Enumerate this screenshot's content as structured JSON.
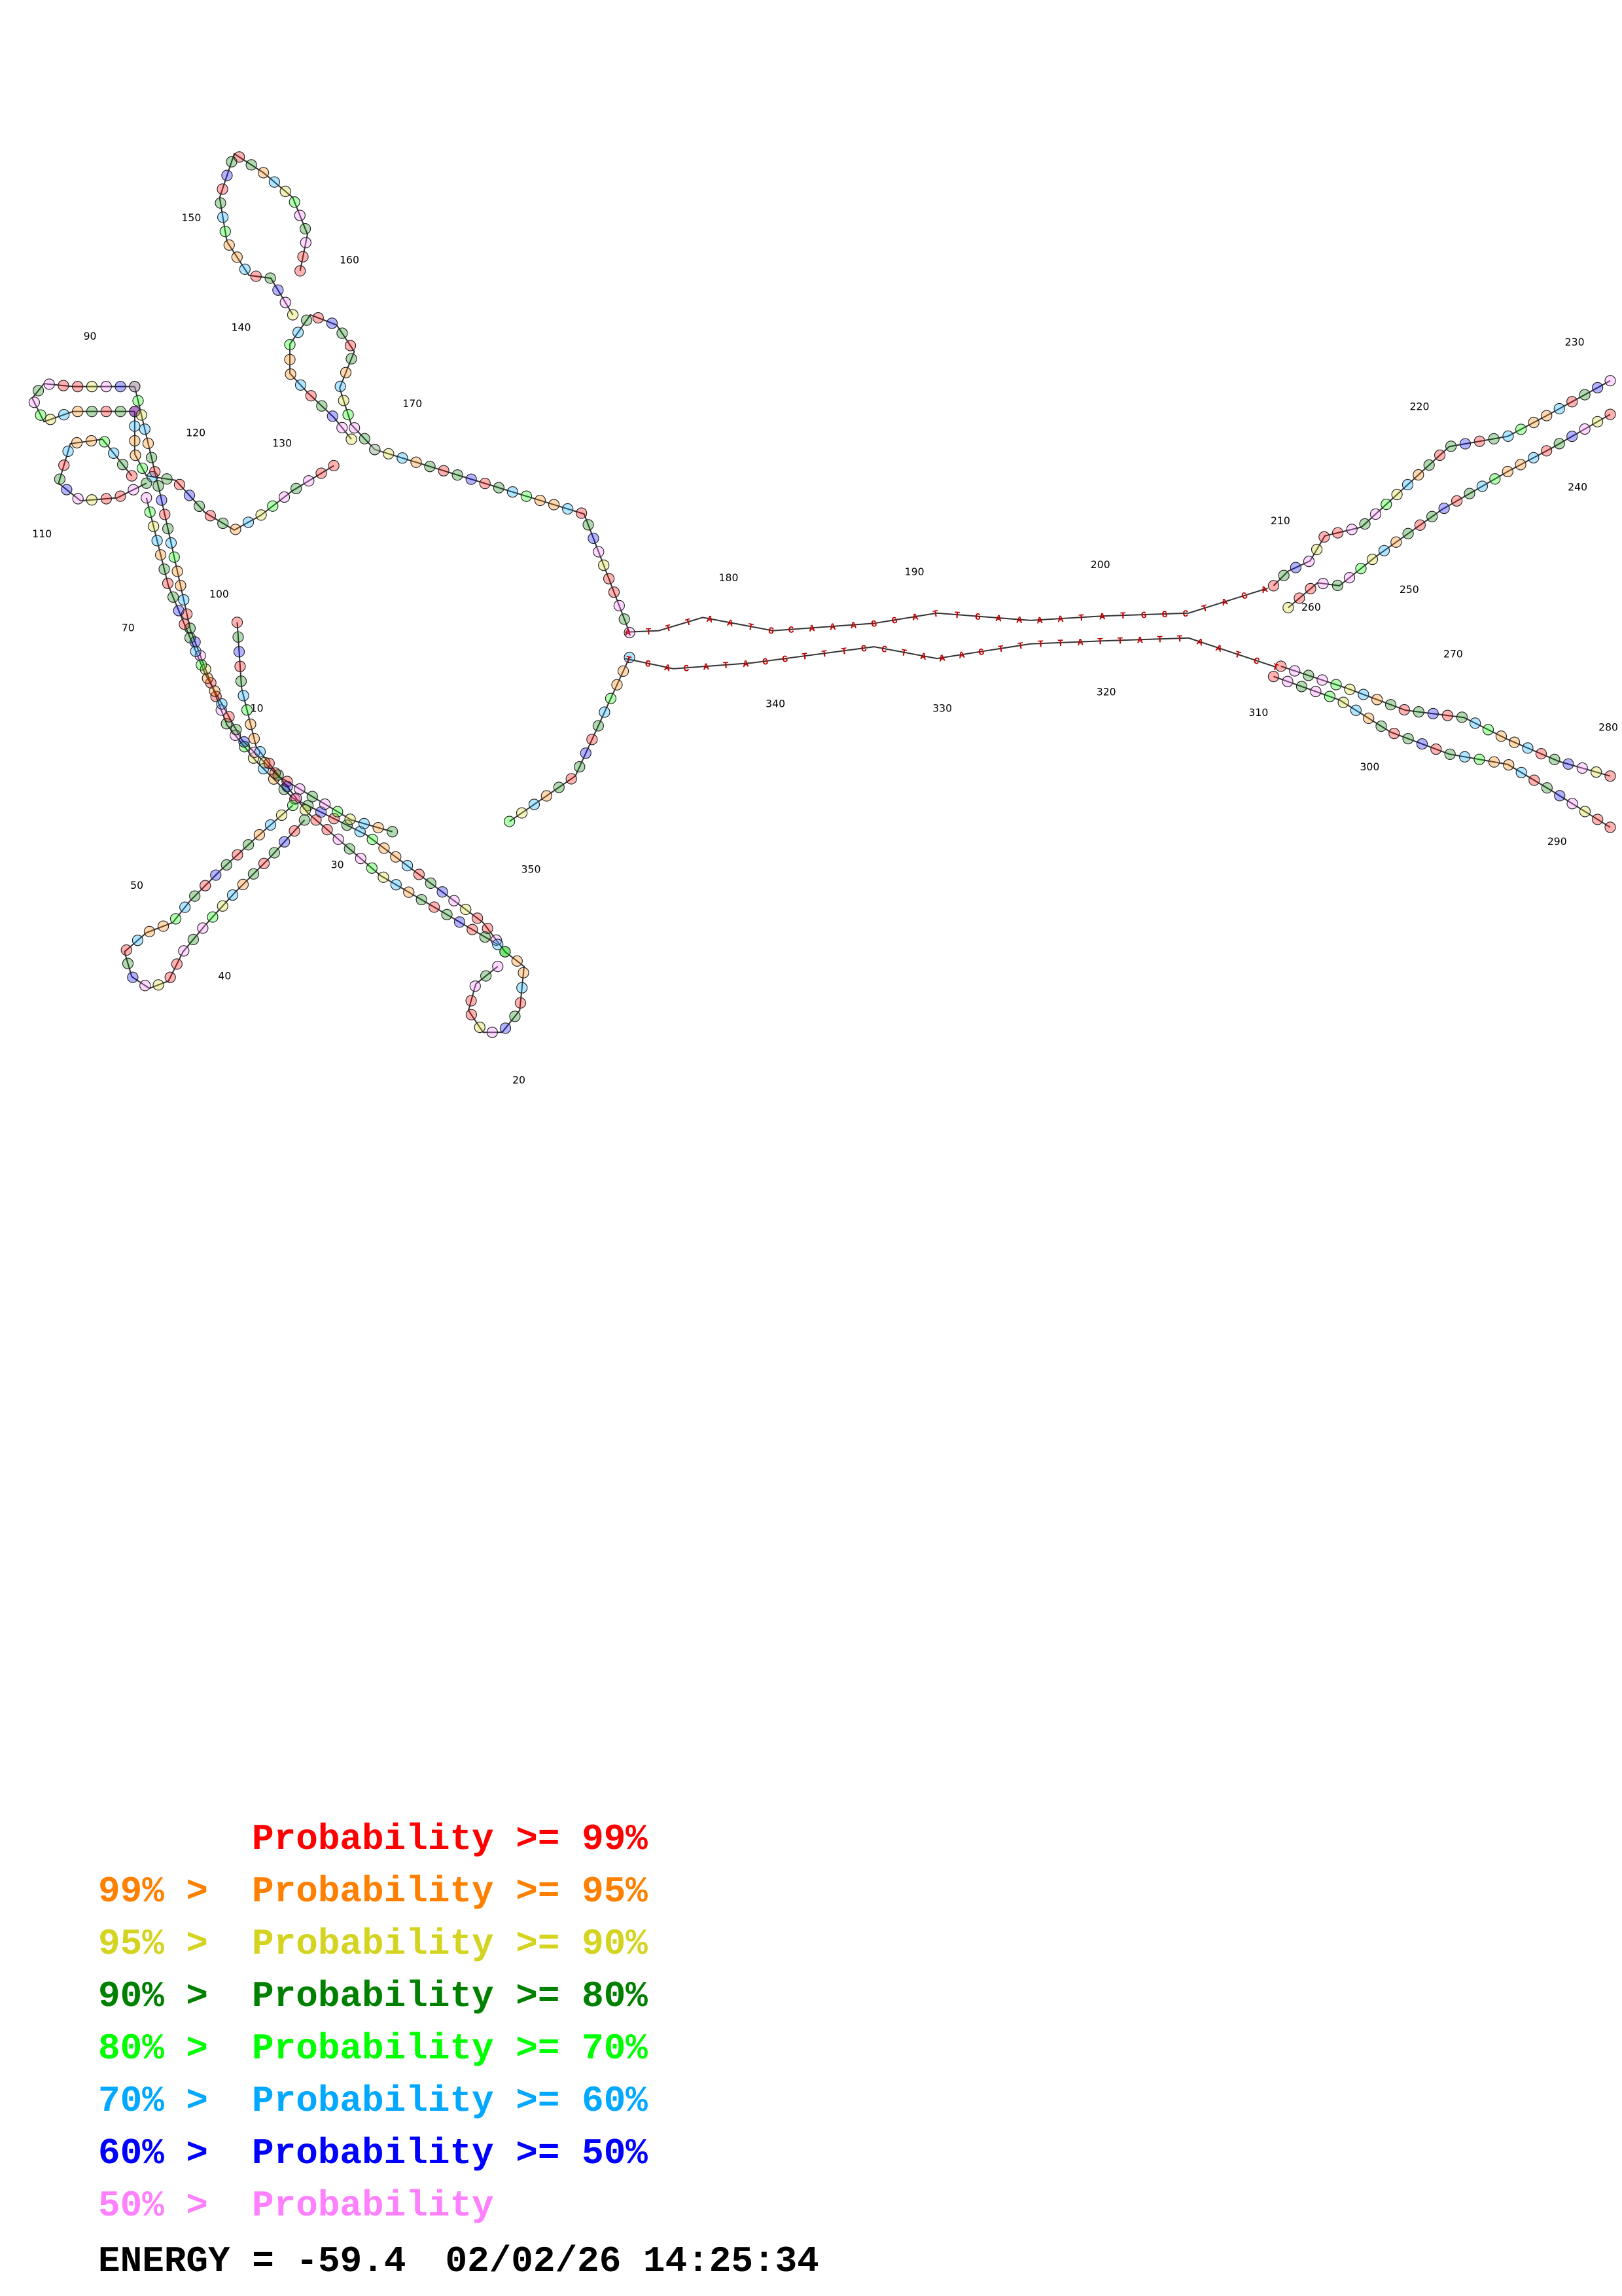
{
  "position_labels": [
    "10",
    "20",
    "30",
    "40",
    "50",
    "70",
    "90",
    "100",
    "110",
    "120",
    "130",
    "140",
    "150",
    "160",
    "170",
    "180",
    "190",
    "200",
    "210",
    "220",
    "230",
    "240",
    "250",
    "260",
    "270",
    "280",
    "290",
    "300",
    "310",
    "320",
    "330",
    "340",
    "350"
  ],
  "central_stem": {
    "top_strand": "ATTTAATGCAAAGGATTGAAAATATGGCTAGA",
    "bottom_strand": "TGACATAGGTTTCCTAAAGTTTTATTATTAATCT"
  },
  "colors": {
    "p99": "#ff0000",
    "p95": "#ff8000",
    "p90": "#d4d420",
    "p80": "#008000",
    "p70": "#00ff00",
    "p60": "#00a8ff",
    "p50": "#0000ff",
    "plow": "#ff80ff"
  },
  "legend": [
    {
      "prefix": "       ",
      "text": "Probability >= 99%",
      "color_key": "p99"
    },
    {
      "prefix": "99% > ",
      "text": "Probability >= 95%",
      "color_key": "p95"
    },
    {
      "prefix": "95% > ",
      "text": "Probability >= 90%",
      "color_key": "p90"
    },
    {
      "prefix": "90% > ",
      "text": "Probability >= 80%",
      "color_key": "p80"
    },
    {
      "prefix": "80% > ",
      "text": "Probability >= 70%",
      "color_key": "p70"
    },
    {
      "prefix": "70% > ",
      "text": "Probability >= 60%",
      "color_key": "p60"
    },
    {
      "prefix": "60% > ",
      "text": "Probability >= 50%",
      "color_key": "p50"
    },
    {
      "prefix": "50% > ",
      "text": "Probability",
      "color_key": "plow"
    }
  ],
  "energy_label": "ENERGY = -59.4",
  "timestamp": "02/02/26 14:25:34"
}
